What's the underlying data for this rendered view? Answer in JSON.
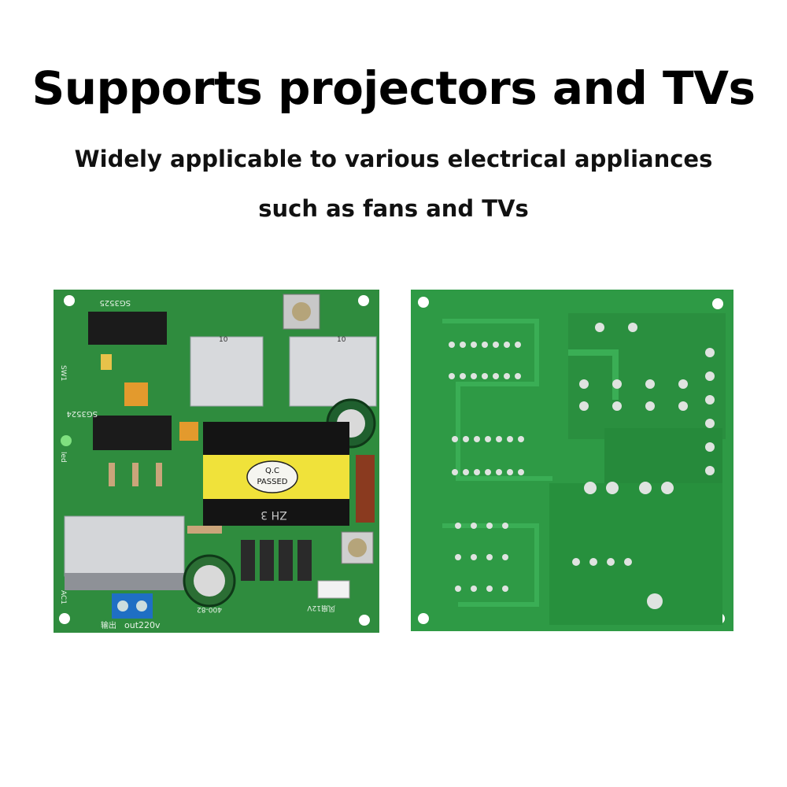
{
  "headline": "Supports projectors and TVs",
  "subline_1": "Widely applicable to various electrical appliances",
  "subline_2": "such as fans and TVs",
  "front_board": {
    "ic_top": "SG3525",
    "ic_mid": "SG3524",
    "transformer_label_1": "Q.C",
    "transformer_label_2": "PASSED",
    "transformer_marking": "ZH 3",
    "output_label": "out220v",
    "output_cn": "输出",
    "switch_label": "SW1",
    "led_label": "led",
    "ac_label": "AC1",
    "cap_label": "400-82",
    "fan_label": "风扇12V",
    "heatsink_label_1": "10",
    "heatsink_label_2": "10"
  },
  "colors": {
    "pcb_green": "#2f8c3e",
    "pcb_dark": "#1f6b2c",
    "text": "#000000"
  }
}
